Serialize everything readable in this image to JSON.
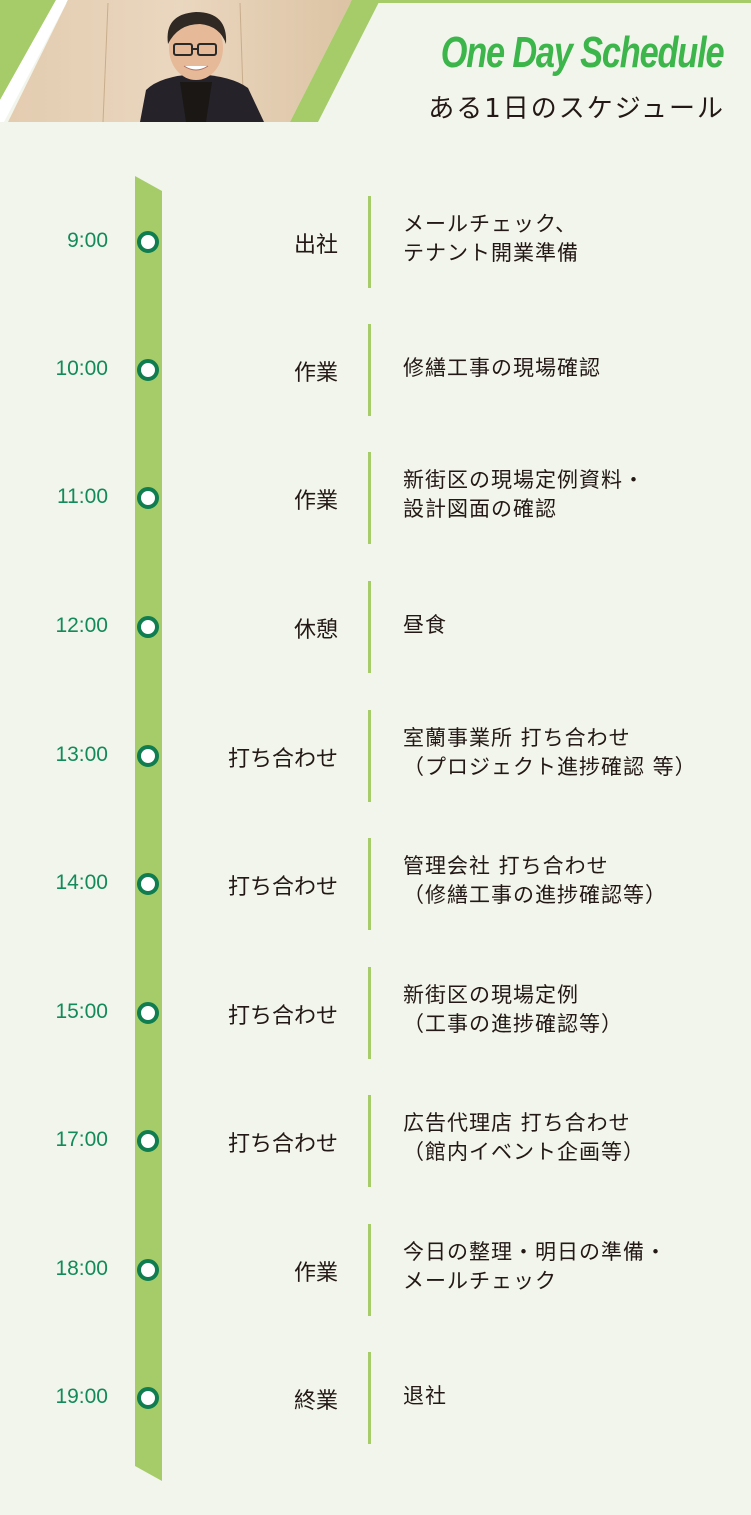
{
  "header": {
    "title_en": "One Day Schedule",
    "title_ja": "ある1日のスケジュール",
    "photo_alt": "smiling man with glasses in dark jacket",
    "accent_color": "#a5cc68",
    "title_color": "#3cb54a"
  },
  "timeline": {
    "bar_color": "#a5cc68",
    "dot_border_color": "#0f7d4f",
    "time_color": "#138a5a",
    "items": [
      {
        "time": "9:00",
        "category": "出社",
        "desc_line1": "メールチェック、",
        "desc_line2": "テナント開業準備"
      },
      {
        "time": "10:00",
        "category": "作業",
        "desc_line1": "修繕工事の現場確認",
        "desc_line2": ""
      },
      {
        "time": "11:00",
        "category": "作業",
        "desc_line1": "新街区の現場定例資料・",
        "desc_line2": "設計図面の確認"
      },
      {
        "time": "12:00",
        "category": "休憩",
        "desc_line1": "昼食",
        "desc_line2": ""
      },
      {
        "time": "13:00",
        "category": "打ち合わせ",
        "desc_line1": "室蘭事業所 打ち合わせ",
        "desc_line2": "（プロジェクト進捗確認 等）"
      },
      {
        "time": "14:00",
        "category": "打ち合わせ",
        "desc_line1": "管理会社 打ち合わせ",
        "desc_line2": "（修繕工事の進捗確認等）"
      },
      {
        "time": "15:00",
        "category": "打ち合わせ",
        "desc_line1": "新街区の現場定例",
        "desc_line2": "（工事の進捗確認等）"
      },
      {
        "time": "17:00",
        "category": "打ち合わせ",
        "desc_line1": "広告代理店 打ち合わせ",
        "desc_line2": "（館内イベント企画等）"
      },
      {
        "time": "18:00",
        "category": "作業",
        "desc_line1": "今日の整理・明日の準備・",
        "desc_line2": "メールチェック"
      },
      {
        "time": "19:00",
        "category": "終業",
        "desc_line1": "退社",
        "desc_line2": ""
      }
    ]
  }
}
